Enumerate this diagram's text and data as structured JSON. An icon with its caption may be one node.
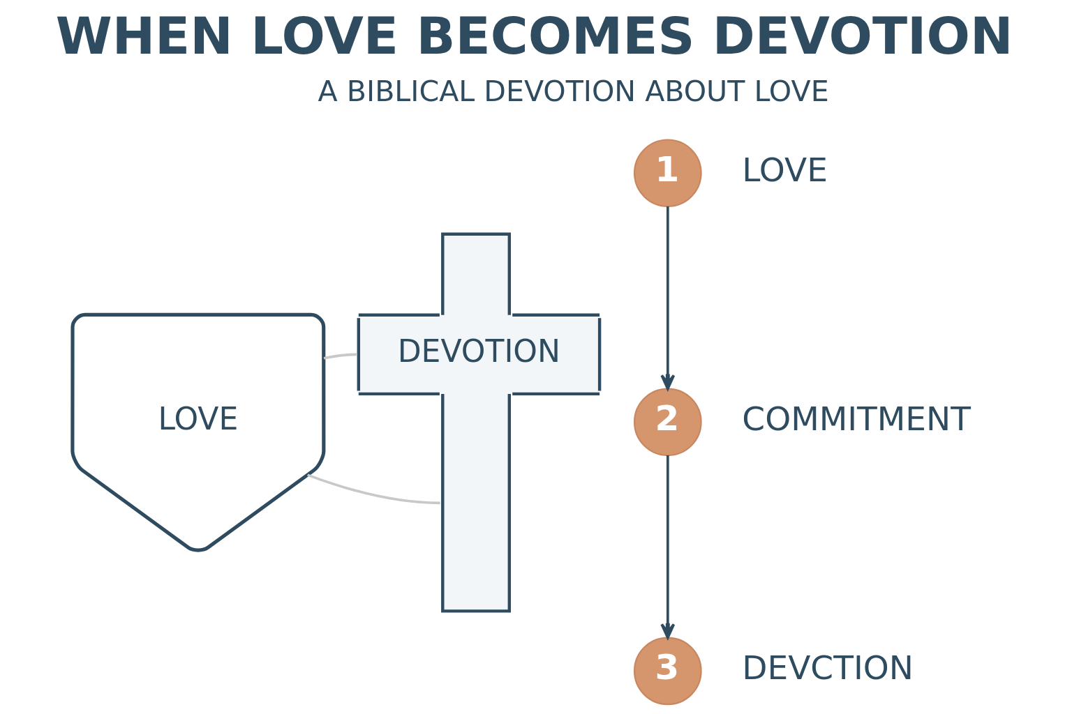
{
  "diagram": {
    "title": "WHEN LOVE BECOMES DEVOTION",
    "nodes": [
      {
        "text": [
          "LOVE"
        ]
      },
      {
        "text": [
          "DEVOTION"
        ]
      },
      {
        "text": [
          "1"
        ],
        "beside": [
          "LOVE"
        ]
      },
      {
        "text": [
          "2"
        ],
        "beside": [
          "COMMITMENT"
        ]
      },
      {
        "text": [
          "3"
        ],
        "beside": [
          "DEVCTION"
        ]
      }
    ],
    "edges": [
      {
        "from": 0,
        "to": 1,
        "arrow": "none",
        "color": "#c8c8c8"
      },
      {
        "from": 0,
        "to": 1,
        "arrow": "none",
        "color": "#c8c8c8"
      },
      {
        "from": 2,
        "to": 3,
        "arrow": "to",
        "color": "#2e4b5f"
      },
      {
        "from": 3,
        "to": 4,
        "arrow": "to",
        "color": "#2e4b5f"
      }
    ],
    "labels": [
      "A BIBLICAL DEVOTION ABOUT LOVE"
    ]
  }
}
